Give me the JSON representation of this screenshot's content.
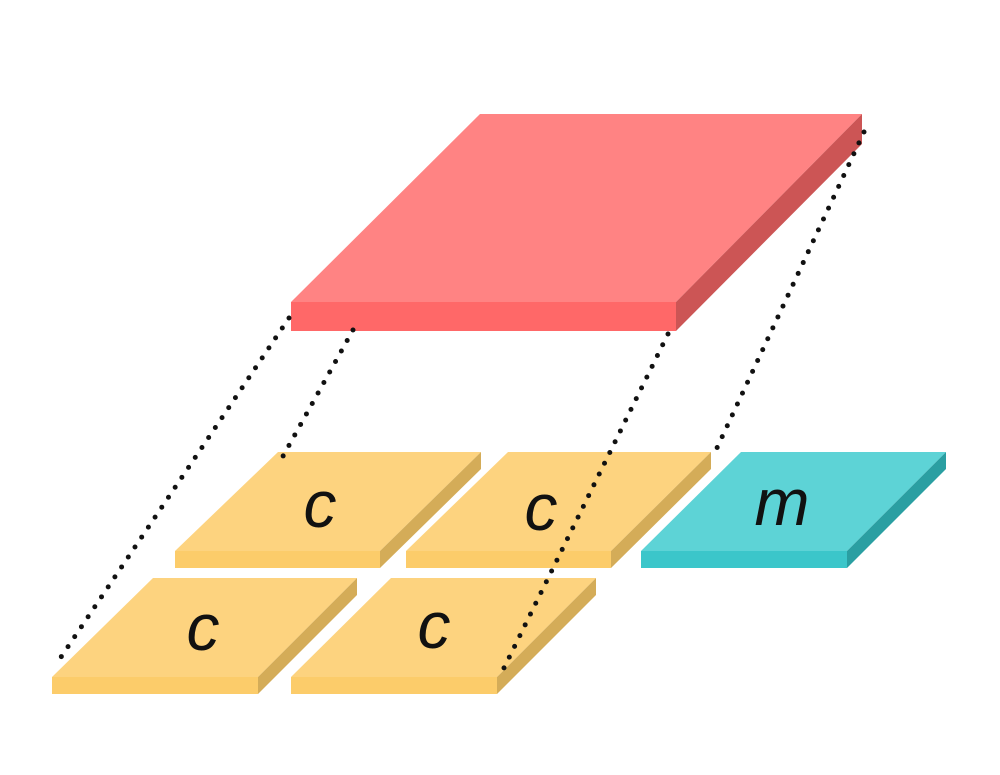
{
  "colors": {
    "big_tile_top": "#FF8383",
    "big_tile_front": "#FF6868",
    "big_tile_side": "#CC5555",
    "small_tile_top": "#FDD37F",
    "small_tile_front": "#FCCC6A",
    "small_tile_side": "#D4AC58",
    "cyan_tile_top": "#5DD3D6",
    "cyan_tile_front": "#3BC6CA",
    "cyan_tile_side": "#2A9FA2",
    "projection_line": "#111111"
  },
  "tiles": {
    "row1_left": {
      "label": "c"
    },
    "row1_mid": {
      "label": "c"
    },
    "row1_right": {
      "label": "m"
    },
    "row2_left": {
      "label": "c"
    },
    "row2_mid": {
      "label": "c"
    }
  }
}
